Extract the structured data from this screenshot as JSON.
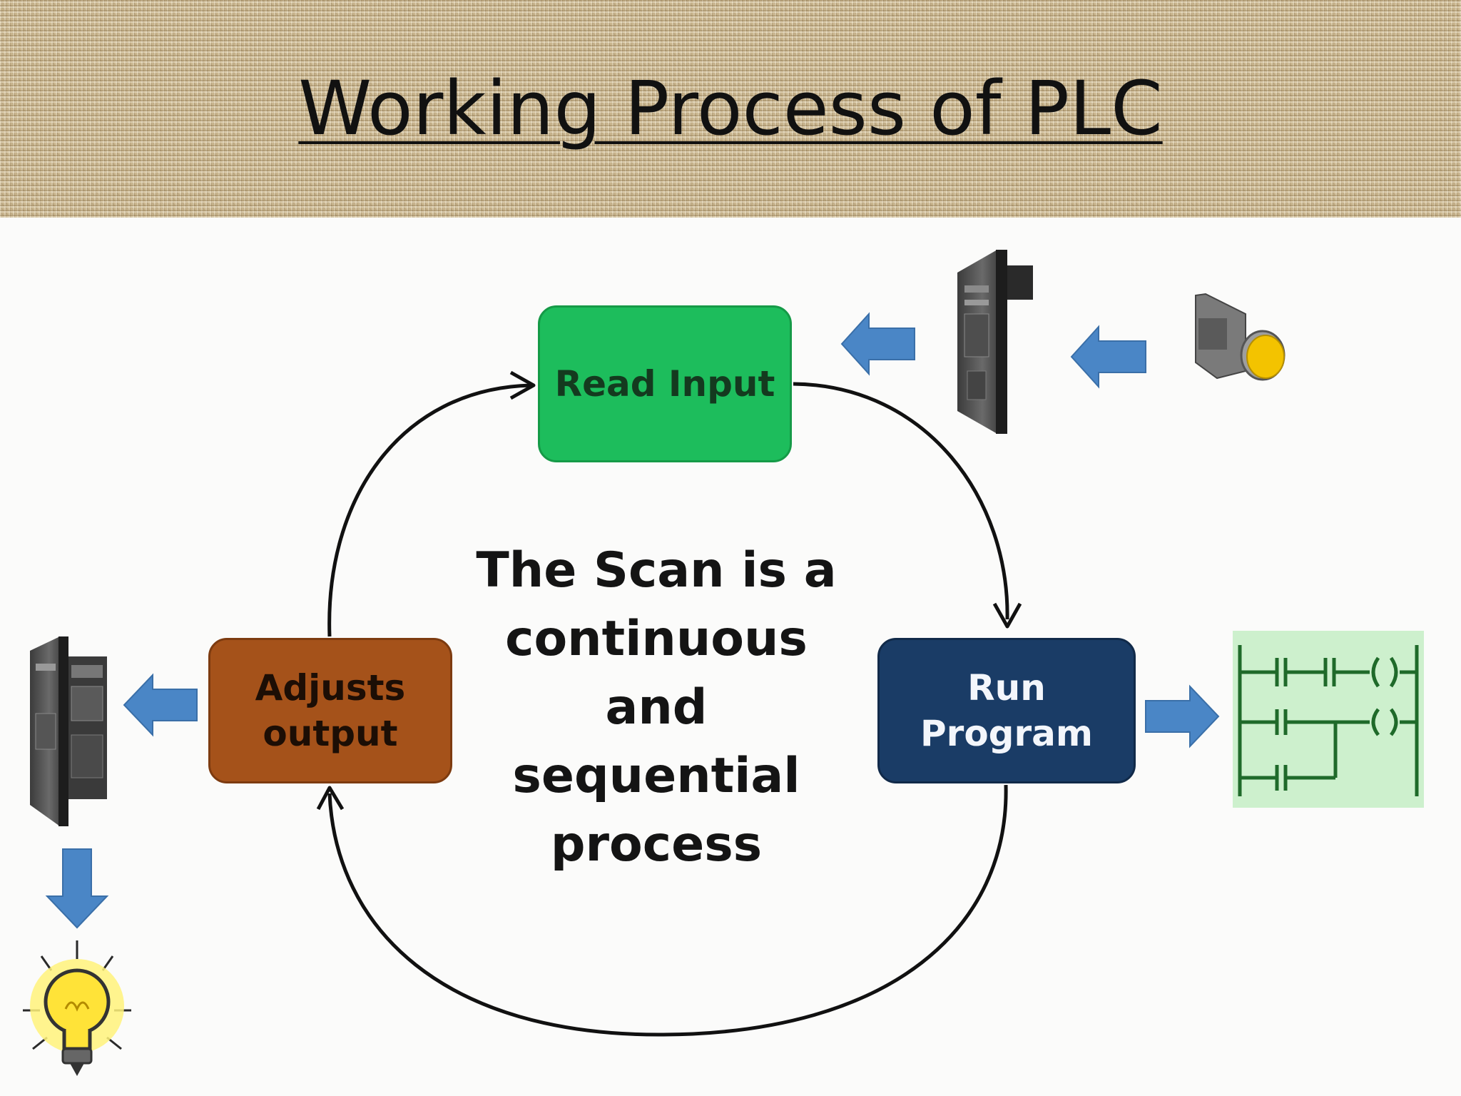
{
  "title": "Working Process of PLC",
  "steps": {
    "read_input": "Read Input",
    "run_program": "Run\nProgram",
    "adjusts_output": "Adjusts\noutput"
  },
  "center_text": "The Scan is a\ncontinuous\nand sequential\nprocess",
  "colors": {
    "read_input": "#1dbd5c",
    "run_program": "#1a3c66",
    "adjusts_output": "#a5521a",
    "arrow_blue": "#4a86c6",
    "ladder_bg": "#cdf0cd",
    "ladder_line": "#1f6a2a",
    "bulb": "#ffe338"
  },
  "icons": [
    "plc-module-icon",
    "push-button-icon",
    "ladder-logic-icon",
    "light-bulb-icon"
  ]
}
